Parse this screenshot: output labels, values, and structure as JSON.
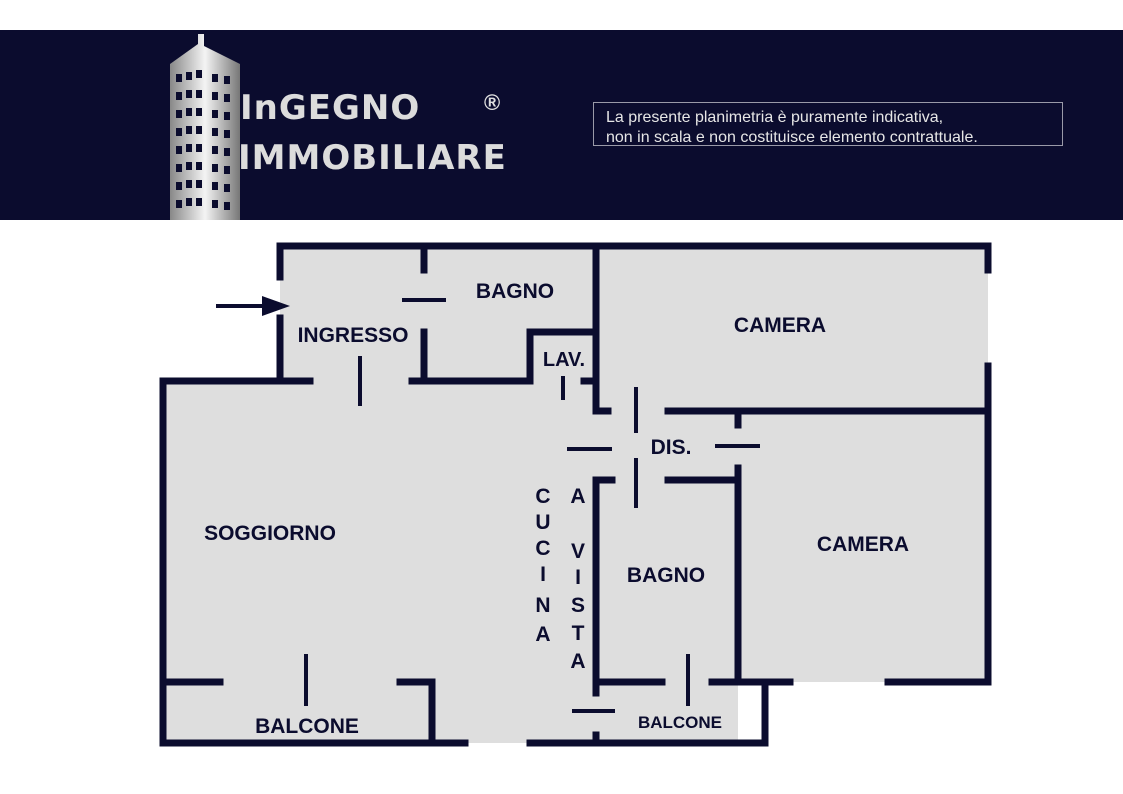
{
  "brand": {
    "line1": "InGEGNO",
    "line2": "IMMOBILIARE",
    "registered": "®"
  },
  "disclaimer": {
    "line1": "La presente planimetria è puramente indicativa,",
    "line2": "non in scala e non costituisce elemento contrattuale."
  },
  "rooms": {
    "ingresso": "INGRESSO",
    "bagno_top": "BAGNO",
    "camera_top": "CAMERA",
    "lav": "LAV.",
    "dis": "DIS.",
    "soggiorno": "SOGGIORNO",
    "cucina_letters": [
      "C",
      "U",
      "C",
      "I",
      "N",
      "A"
    ],
    "a_vista_letters": [
      "A",
      "",
      "V",
      "I",
      "S",
      "T",
      "A"
    ],
    "bagno_bottom": "BAGNO",
    "camera_bottom": "CAMERA",
    "balcone_left": "BALCONE",
    "balcone_right": "BALCONE"
  },
  "colors": {
    "header_bg": "#0b0c2e",
    "floor": "#dedede",
    "wall": "#0b0c2e"
  },
  "icons": {
    "entrance": "arrow-right-icon",
    "logo": "building-icon"
  }
}
